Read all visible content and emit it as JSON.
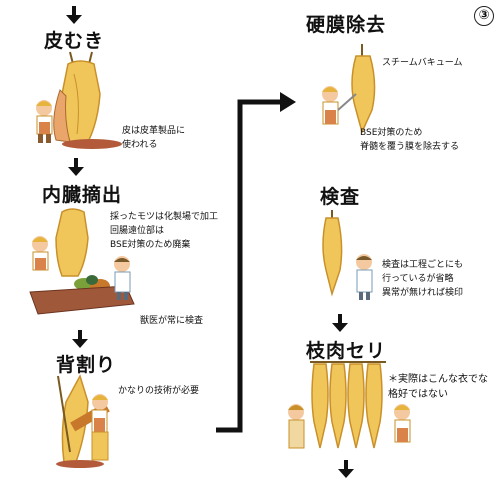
{
  "page_number": "③",
  "colors": {
    "carcass": "#f0c65a",
    "carcass_edge": "#c9902a",
    "skin": "#f4c9a0",
    "hair": "#e6b43c",
    "shirt": "#ffffff",
    "apron": "#d9824a",
    "floor": "#b35a3a",
    "arrow": "#111111"
  },
  "steps": {
    "hide_removal": {
      "title": "皮むき",
      "note": "皮は皮革製品に\n使われる"
    },
    "evisceration": {
      "title": "内臓摘出",
      "note": "採ったモツは化製場で加工\n回腸遠位部は\nBSE対策のため廃棄",
      "note2": "獣医が常に検査"
    },
    "splitting": {
      "title": "背割り",
      "note": "かなりの技術が必要"
    },
    "membrane_removal": {
      "title": "硬膜除去",
      "label": "スチームバキューム",
      "note": "BSE対策のため\n脊髄を覆う膜を除去する"
    },
    "inspection": {
      "title": "検査",
      "note": "検査は工程ごとにも\n行っているが省略\n異常が無ければ検印"
    },
    "deboning": {
      "title": "枝肉セリ",
      "note": "＊実際はこんな衣でな\n格好ではない"
    }
  }
}
